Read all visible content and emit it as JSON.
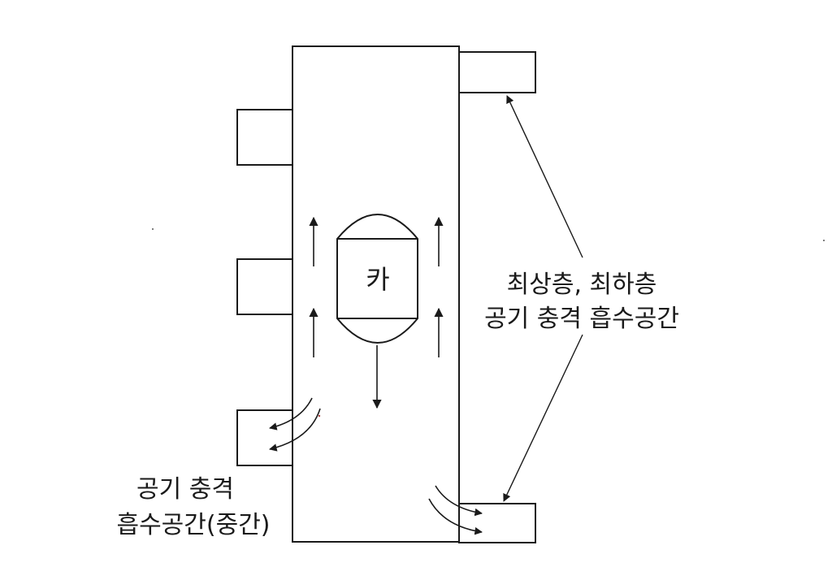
{
  "diagram": {
    "car_label": "카",
    "top_bottom_label": {
      "line1": "최상층, 최하층",
      "line2": "공기 충격 흡수공간"
    },
    "middle_label": {
      "line1": "공기 충격",
      "line2": "흡수공간(중간)"
    },
    "colors": {
      "ink": "#1a1a1a",
      "background": "#ffffff"
    }
  }
}
